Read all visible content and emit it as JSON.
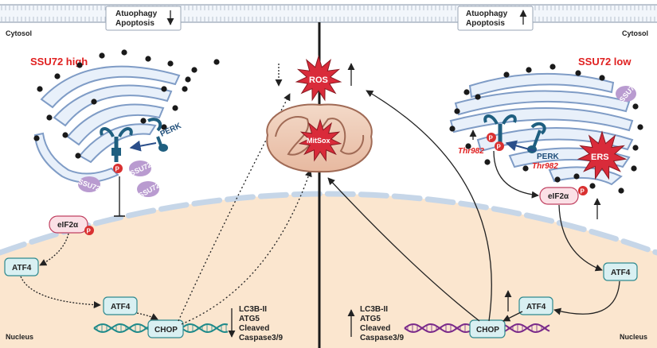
{
  "membrane": {
    "left_box_line1": "Atuophagy",
    "left_box_line2": "Apoptosis",
    "right_box_line1": "Atuophagy",
    "right_box_line2": "Apoptosis",
    "cytosol_left": "Cytosol",
    "cytosol_right": "Cytosol"
  },
  "left_panel": {
    "title": "SSU72 high",
    "perk": "PERK",
    "ssu72": "SSU72",
    "p": "P",
    "eif2a": "eIF2α",
    "atf4_cyto": "ATF4",
    "atf4_nuc": "ATF4",
    "chop": "CHOP",
    "targets": [
      "LC3B-II",
      "ATG5",
      "Cleaved",
      "Caspase3/9"
    ],
    "nucleus": "Nucleus"
  },
  "center": {
    "ros": "ROS",
    "mitsox": "MitSox"
  },
  "right_panel": {
    "title": "SSU72 low",
    "perk": "PERK",
    "thr_a": "Thr982",
    "thr_b": "Thr982",
    "ssu72": "SSU72",
    "ers": "ERS",
    "p": "P",
    "eif2a": "eIF2α",
    "atf4_cyto": "ATF4",
    "atf4_nuc": "ATF4",
    "chop": "CHOP",
    "targets": [
      "LC3B-II",
      "ATG5",
      "Cleaved",
      "Caspase3/9"
    ],
    "nucleus": "Nucleus"
  },
  "colors": {
    "title_red": "#e02020",
    "er_stroke": "#7f9cc6",
    "er_fill": "#e8f0fa",
    "nucleus_fill": "#fbe6cf",
    "nuc_border": "#c6d6e8",
    "ssu72": "#b99bd0",
    "perk": "#1f5f80",
    "phospho": "#d93030",
    "atf4_fill": "#d9f0f2",
    "atf4_stroke": "#2f8a8f",
    "eif2a_fill": "#fbe0e6",
    "eif2a_stroke": "#c04060",
    "star": "#d92b3a",
    "dna_left": "#1f8a8a",
    "dna_right": "#7a2a8a"
  }
}
